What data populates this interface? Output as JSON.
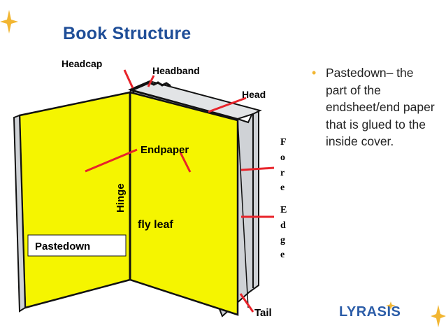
{
  "slide": {
    "title": "Book Structure"
  },
  "diagram": {
    "labels": {
      "headcap": "Headcap",
      "headband": "Headband",
      "head": "Head",
      "endpaper": "Endpaper",
      "hinge": "Hinge",
      "fly_leaf": "fly leaf",
      "pastedown": "Pastedown",
      "fore_edge_letters": [
        "F",
        "o",
        "r",
        "e",
        "E",
        "d",
        "g",
        "e"
      ],
      "tail": "Tail"
    },
    "colors": {
      "page_yellow": "#f5f500",
      "cover_gray": "#cfd2d6",
      "pointer_red": "#e8232a",
      "outline": "#111111"
    }
  },
  "bullet": {
    "text": "Pastedown– the part of the endsheet/end paper that is glued to the inside cover."
  },
  "logo": {
    "text": "LYRASIS",
    "icon": "spark-icon"
  },
  "decor": {
    "sparkle_icon": "four-point-star-icon",
    "sparkle_color": "#f2b632"
  }
}
